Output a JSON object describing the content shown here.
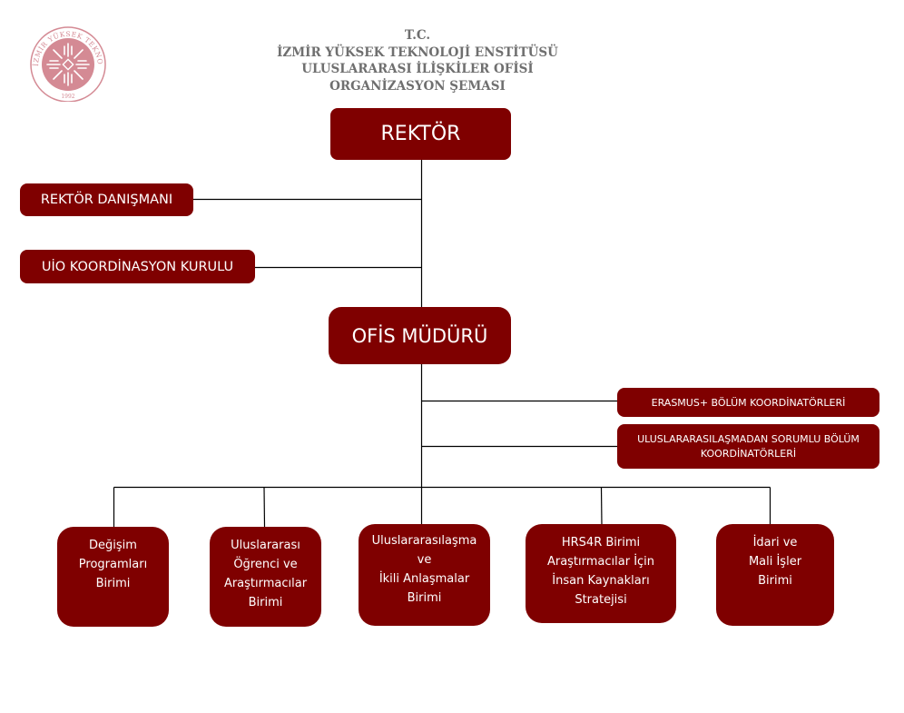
{
  "header": {
    "lines": [
      "T.C.",
      "İZMİR YÜKSEK TEKNOLOJİ ENSTİTÜSÜ",
      "ULUSLARARASI İLİŞKİLER OFİSİ",
      "ORGANİZASYON ŞEMASI"
    ]
  },
  "logo": {
    "ring_text": "İZMİR YÜKSEK TEKNOLOJİ ENSTİTÜSÜ",
    "year": "1992",
    "color": "#d48a94"
  },
  "colors": {
    "box": "#7f0000",
    "box_text": "#ffffff",
    "connector": "#000000",
    "header_text": "#6f6f6f"
  },
  "nodes": {
    "rektor": "REKTÖR",
    "rektor_danismani": "REKTÖR DANIŞMANI",
    "uio_koordinasyon": "UİO KOORDİNASYON KURULU",
    "ofis_muduru": "OFİS MÜDÜRÜ",
    "erasmus_koordinatorleri": "ERASMUS+ BÖLÜM KOORDİNATÖRLERİ",
    "uluslararasilasma_koordinatorleri": [
      "ULUSLARARASILAŞMADAN SORUMLU BÖLÜM",
      "KOORDİNATÖRLERİ"
    ]
  },
  "units": [
    {
      "lines": [
        "Değişim",
        "Programları",
        "Birimi"
      ]
    },
    {
      "lines": [
        "Uluslararası",
        "Öğrenci ve",
        "Araştırmacılar",
        "Birimi"
      ]
    },
    {
      "lines": [
        "Uluslararasılaşma",
        "ve",
        "İkili Anlaşmalar",
        "Birimi"
      ]
    },
    {
      "lines": [
        "HRS4R Birimi",
        "Araştırmacılar İçin",
        "İnsan Kaynakları",
        "Stratejisi"
      ]
    },
    {
      "lines": [
        "İdari ve",
        "Mali İşler",
        "Birimi"
      ]
    }
  ]
}
